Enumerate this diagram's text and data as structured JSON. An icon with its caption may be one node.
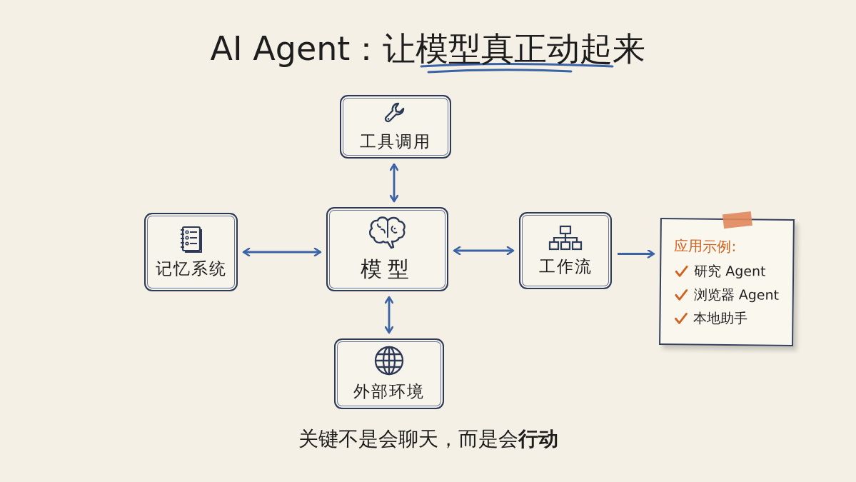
{
  "diagram": {
    "title": "AI Agent：让模型真正动起来",
    "caption": "关键不是会聊天，而是会**行动**",
    "nodes": [
      {
        "text": [
          "工具调用"
        ]
      },
      {
        "text": [
          "记忆系统"
        ]
      },
      {
        "text": [
          "模型"
        ]
      },
      {
        "text": [
          "工作流"
        ]
      },
      {
        "text": [
          "应用示例:",
          "研究 Agent",
          "浏览器 Agent",
          "本地助手"
        ]
      },
      {
        "text": [
          "外部环境"
        ]
      }
    ],
    "edges": [
      {
        "from": 2,
        "to": 0,
        "arrow": "both"
      },
      {
        "from": 1,
        "to": 2,
        "arrow": "both"
      },
      {
        "from": 2,
        "to": 3,
        "arrow": "both"
      },
      {
        "from": 3,
        "to": 4,
        "arrow": "to"
      },
      {
        "from": 2,
        "to": 5,
        "arrow": "both"
      }
    ]
  }
}
